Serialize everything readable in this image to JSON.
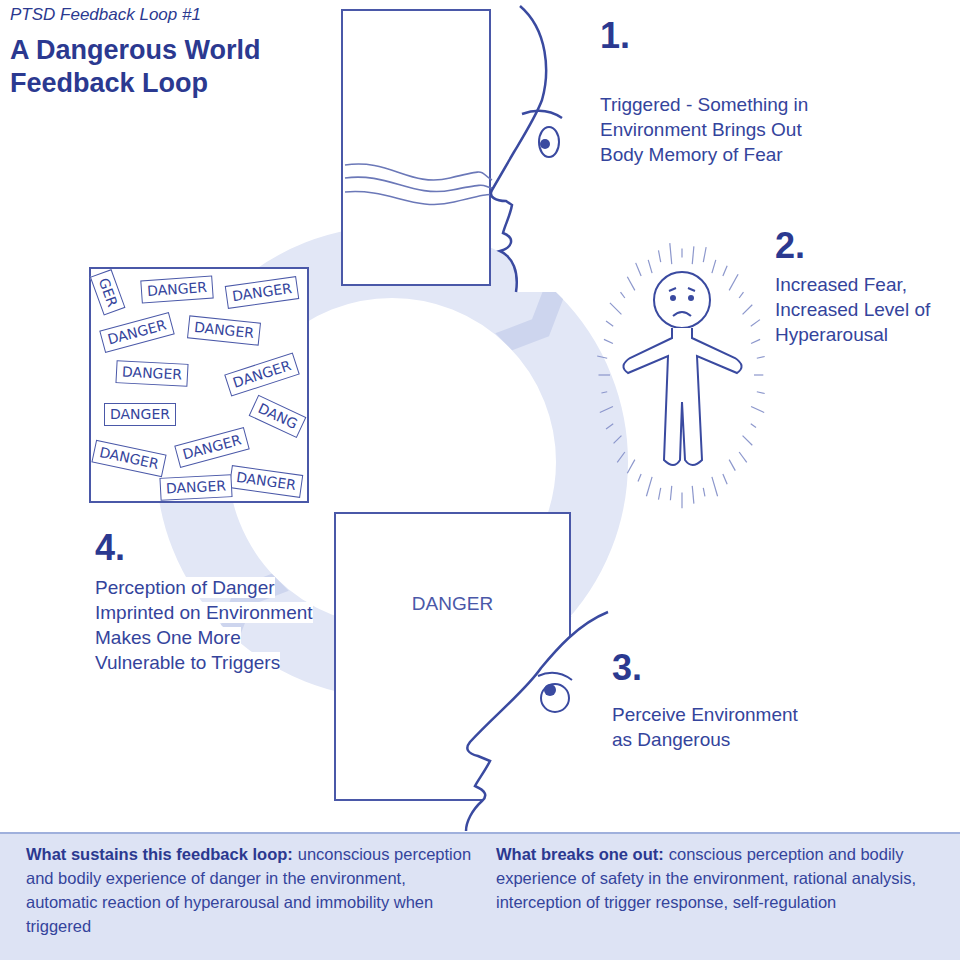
{
  "diagram": {
    "title": "A Dangerous World Feedback Loop",
    "nodes": [
      {
        "text": [
          "GER"
        ]
      },
      {
        "text": [
          "DANGER"
        ]
      },
      {
        "text": [
          "DANGER"
        ]
      },
      {
        "text": [
          "DANGER"
        ]
      },
      {
        "text": [
          "DANGER"
        ]
      },
      {
        "text": [
          "DANGER"
        ]
      },
      {
        "text": [
          "DANGER"
        ]
      },
      {
        "text": [
          "DANGER"
        ]
      },
      {
        "text": [
          "DANG"
        ]
      },
      {
        "text": [
          "DANGER"
        ]
      },
      {
        "text": [
          "DANGER"
        ]
      },
      {
        "text": [
          "DANGER"
        ]
      },
      {
        "text": [
          "DANGER"
        ]
      },
      {
        "text": [
          "DANGER"
        ]
      },
      {
        "text": [
          "What sustains this feedback loop:",
          "unconscious perception and bodily experience of danger in the environment, automatic reaction of hyperarousal and immobility when triggered"
        ]
      },
      {
        "text": [
          "What breaks one out:",
          "conscious perception and bodily experience of safety in the environment, rational analysis, interception of trigger response, self-regulation"
        ]
      }
    ],
    "labels": [
      "PTSD Feedback Loop #1",
      "1.",
      "Triggered - Something in Environment Brings Out Body Memory of Fear",
      "2.",
      "Increased Fear, Increased Level of Hyperarousal",
      "3.",
      "Perceive Environment as Dangerous",
      "4.",
      "Perception of Danger Imprinted on Environment Makes One More Vulnerable to Triggers"
    ]
  }
}
